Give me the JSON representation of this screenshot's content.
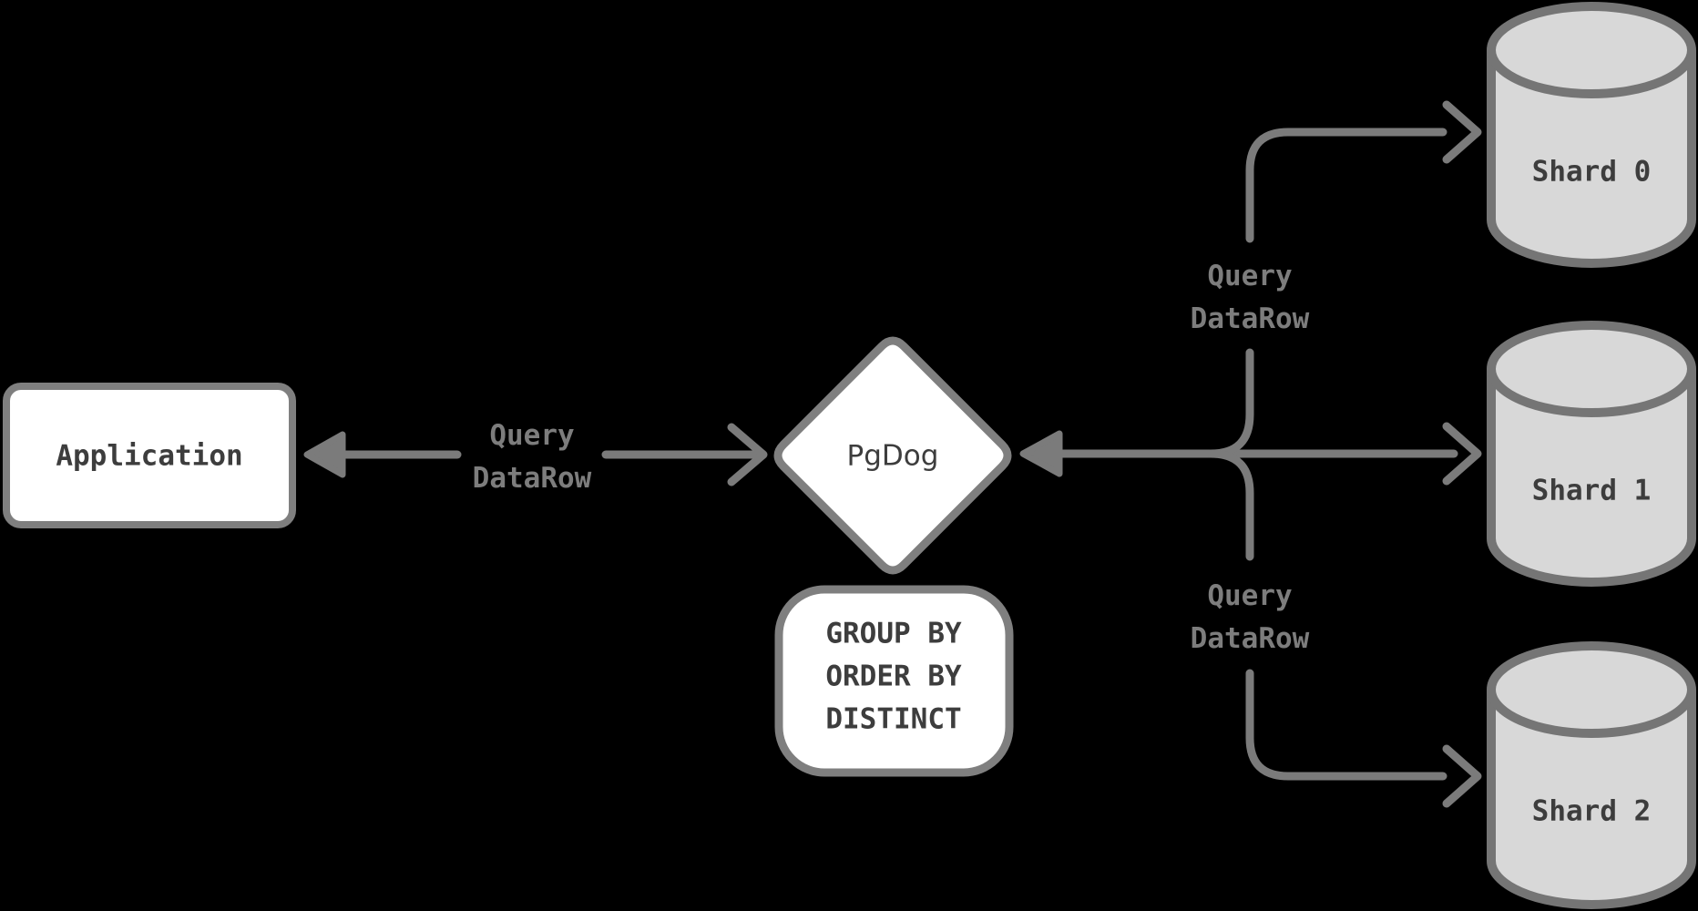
{
  "colors": {
    "background": "#000000",
    "line": "#7b7b7b",
    "node_border": "#7f7f7f",
    "node_fill": "#ffffff",
    "cylinder_fill": "#d8d8d8",
    "cylinder_border": "#757575",
    "node_text": "#3d3d3d",
    "label_text": "#7d7d7d"
  },
  "nodes": {
    "application": {
      "label": "Application"
    },
    "pgdog": {
      "label": "PgDog"
    },
    "post_processing": {
      "line1": "GROUP BY",
      "line2": "ORDER BY",
      "line3": "DISTINCT"
    },
    "shards": [
      {
        "label": "Shard 0"
      },
      {
        "label": "Shard 1"
      },
      {
        "label": "Shard 2"
      }
    ]
  },
  "edge_labels": {
    "app_pgdog": {
      "line1": "Query",
      "line2": "DataRow"
    },
    "pgdog_shard0": {
      "line1": "Query",
      "line2": "DataRow"
    },
    "pgdog_shard2": {
      "line1": "Query",
      "line2": "DataRow"
    }
  }
}
